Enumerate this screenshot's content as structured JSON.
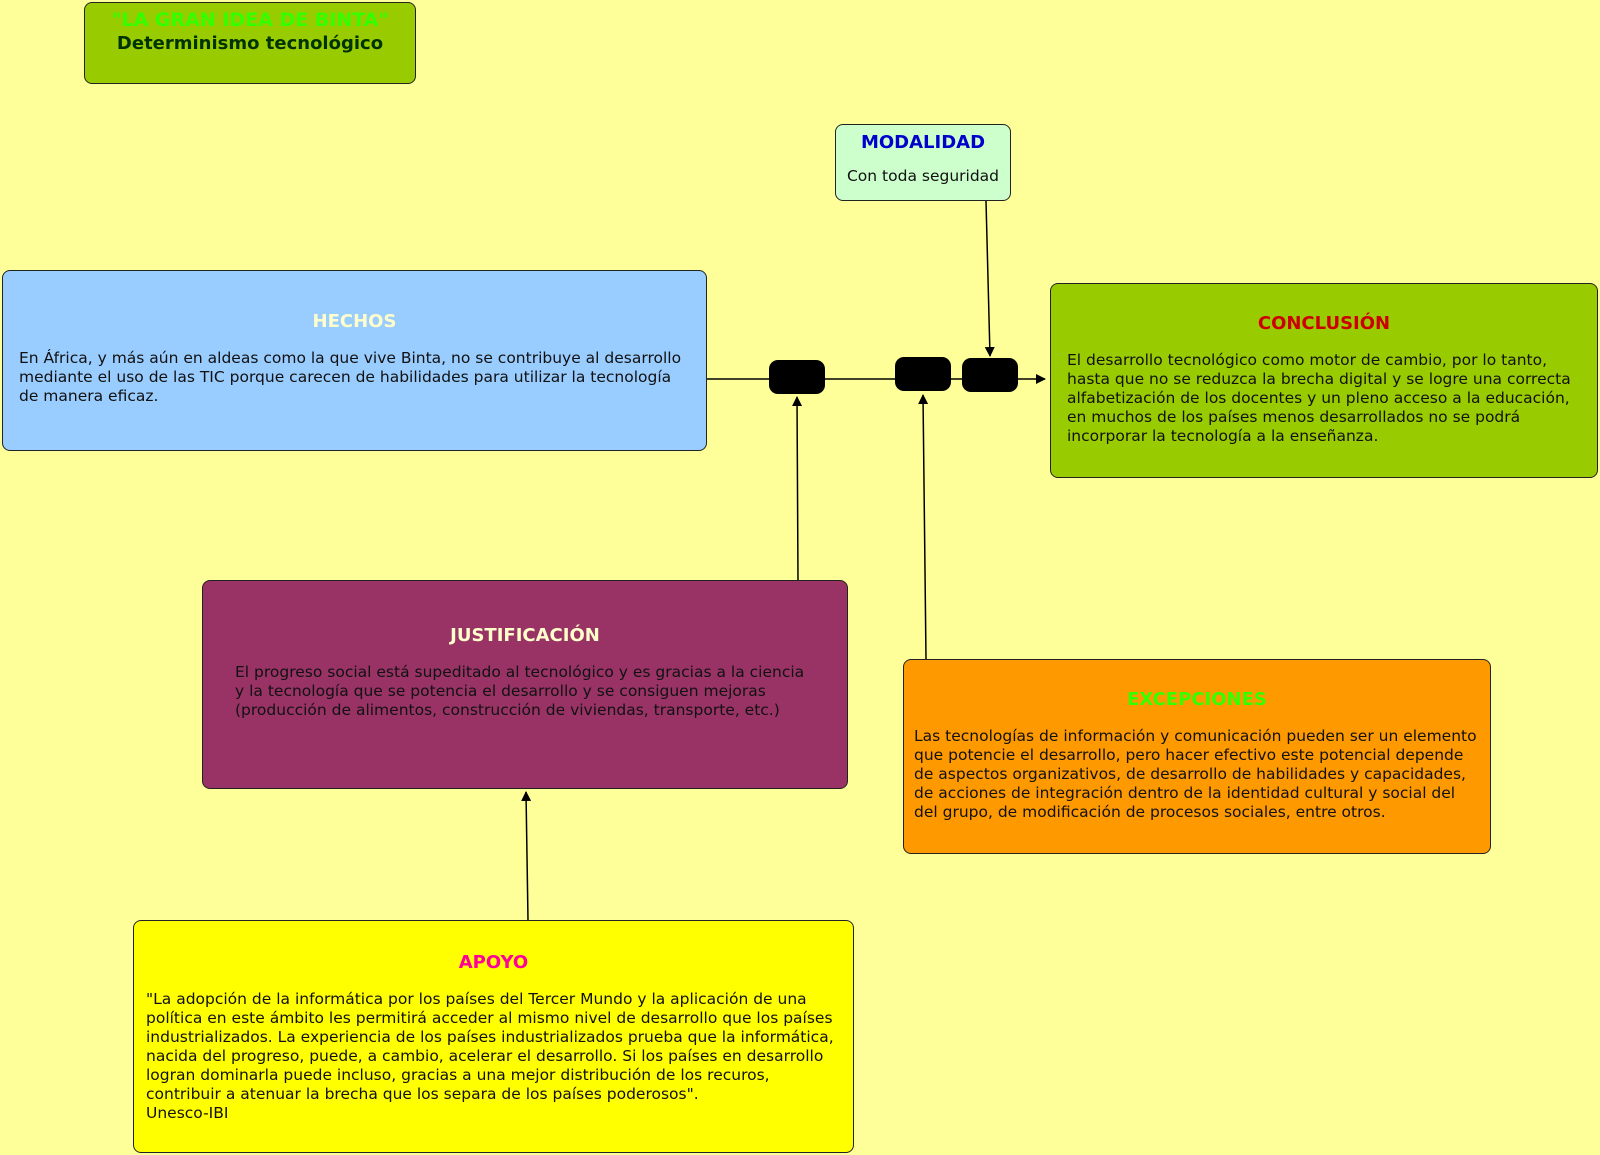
{
  "title": {
    "line1": "\"LA GRAN IDEA DE BINTA\"",
    "line2": "Determinismo tecnológico"
  },
  "modalidad": {
    "title": "MODALIDAD",
    "text": "Con toda seguridad"
  },
  "hechos": {
    "title": "HECHOS",
    "text": "En África, y más aún en aldeas como la que vive Binta, no se contribuye al desarrollo\nmediante el uso de las TIC porque carecen de habilidades para utilizar la tecnología\nde manera eficaz."
  },
  "conclusion": {
    "title": "CONCLUSIÓN",
    "text": "El desarrollo tecnológico como motor de cambio, por lo tanto,\nhasta que no se reduzca la brecha digital y se logre una correcta\nalfabetización de los docentes y un pleno acceso a la educación,\nen muchos de los países menos desarrollados no se podrá\nincorporar la tecnología a la enseñanza."
  },
  "justificacion": {
    "title": "JUSTIFICACIÓN",
    "text": "El progreso social está supeditado al tecnológico y es gracias a la ciencia\ny la tecnología que se potencia el desarrollo y se consiguen mejoras\n(producción de alimentos, construcción de viviendas, transporte, etc.)"
  },
  "excepciones": {
    "title": "EXCEPCIONES",
    "text": "Las tecnologías de información y comunicación pueden ser un elemento\nque potencie el desarrollo, pero hacer efectivo este potencial depende\nde aspectos organizativos, de desarrollo de habilidades y capacidades,\nde acciones de integración dentro de la identidad cultural y social del\ndel grupo, de modificación de procesos sociales, entre otros."
  },
  "apoyo": {
    "title": "APOYO",
    "text": "\"La adopción de la informática por los países del Tercer Mundo y la aplicación de una\npolítica en este ámbito les permitirá acceder al mismo nivel de desarrollo que los países\nindustrializados. La experiencia de los países industrializados prueba que la informática,\nnacida del progreso, puede, a cambio, acelerar el desarrollo. Si los países en desarrollo\nlogran dominarla puede incluso, gracias a una mejor distribución de los recuros,\ncontribuir a atenuar la brecha que los separa de los países poderosos\".\nUnesco-IBI"
  },
  "colors": {
    "background": "#ffff99",
    "title_box": "#99cc00",
    "title_line1": "#33ff00",
    "title_line2": "#003300",
    "modalidad_box": "#ccffcc",
    "modalidad_title": "#0000cc",
    "hechos_box": "#99ccff",
    "hechos_title": "#ffffcc",
    "conclusion_box": "#99cc00",
    "conclusion_title": "#cc0000",
    "justificacion_box": "#993366",
    "justificacion_title": "#ffffcc",
    "excepciones_box": "#ff9900",
    "excepciones_title": "#33ff00",
    "apoyo_box": "#ffff00",
    "apoyo_title": "#ff0099",
    "connector_node": "#000000"
  }
}
